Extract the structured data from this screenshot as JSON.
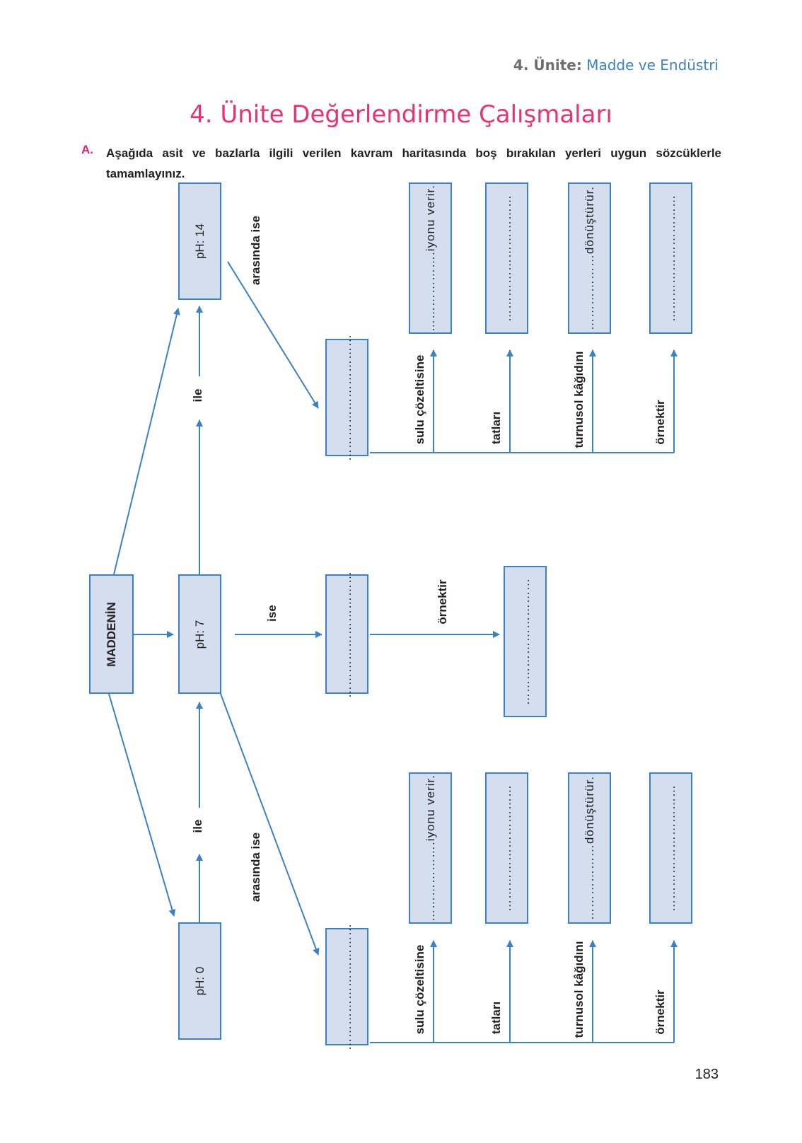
{
  "header": {
    "unit": "4. Ünite:",
    "topic": "Madde ve Endüstri"
  },
  "title": "4. Ünite Değerlendirme Çalışmaları",
  "question": {
    "letter": "A.",
    "text": "Aşağıda asit ve bazlarla ilgili verilen kavram haritasında boş bırakılan yerleri uygun sözcüklerle tamamlayınız."
  },
  "map": {
    "center": "MADDENİN",
    "ph14": "pH: 14",
    "ph7": "pH: 7",
    "ph0": "pH: 0",
    "link_arasinda_ise": "arasında ise",
    "link_ile": "ile",
    "link_ise": "ise",
    "link_ornektir": "örnektir",
    "blank": "…………………………",
    "top_branches": {
      "labels": [
        "sulu çözeltisine",
        "tatları",
        "turnusol kâğıdını",
        "örnektir"
      ],
      "boxes": [
        "……………….iyonu verir.",
        "…………………………",
        "………………dönüştürür.",
        "…………………………"
      ]
    },
    "bottom_branches": {
      "labels": [
        "sulu çözeltisine",
        "tatları",
        "turnusol kâğıdını",
        "örnektir"
      ],
      "boxes": [
        "……………….iyonu verir.",
        "…………………………",
        "………………dönüştürür.",
        "…………………………"
      ]
    }
  },
  "page_number": "183"
}
